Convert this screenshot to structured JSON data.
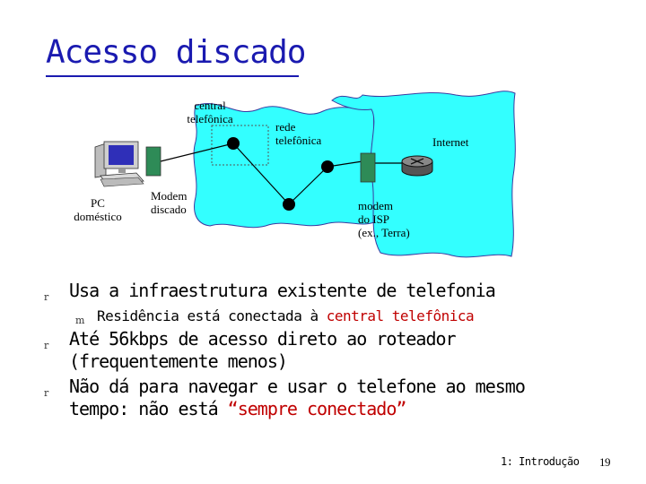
{
  "title": "Acesso discado",
  "diagram": {
    "central_label_1": "central",
    "central_label_2": "telefônica",
    "rede_label_1": "rede",
    "rede_label_2": "telefônica",
    "internet_label": "Internet",
    "pc_label_1": "PC",
    "pc_label_2": "doméstico",
    "modem_label_1": "Modem",
    "modem_label_2": "discado",
    "isp_label_1": "modem",
    "isp_label_2": "do ISP",
    "isp_label_3": "(ex., Terra)",
    "colors": {
      "cloud": "#33ffff",
      "modem": "#2e8b57",
      "title": "#1a1ab0",
      "highlight": "#c00000"
    }
  },
  "bullets": {
    "b1": "Usa a infraestrutura existente de telefonia",
    "b1_sub_prefix": "Residência está conectada à ",
    "b1_sub_highlight": "central telefônica",
    "b2_line1": "Até 56kbps de acesso direto ao roteador",
    "b2_line2": "(frequentemente menos)",
    "b3_line1": "Não dá para navegar e usar o telefone ao mesmo",
    "b3_line2_prefix": "tempo: não está ",
    "b3_line2_highlight": "“sempre conectado”",
    "marker": "r",
    "sub_marker": "m"
  },
  "footer": {
    "section": "1: Introdução",
    "page": "19"
  }
}
